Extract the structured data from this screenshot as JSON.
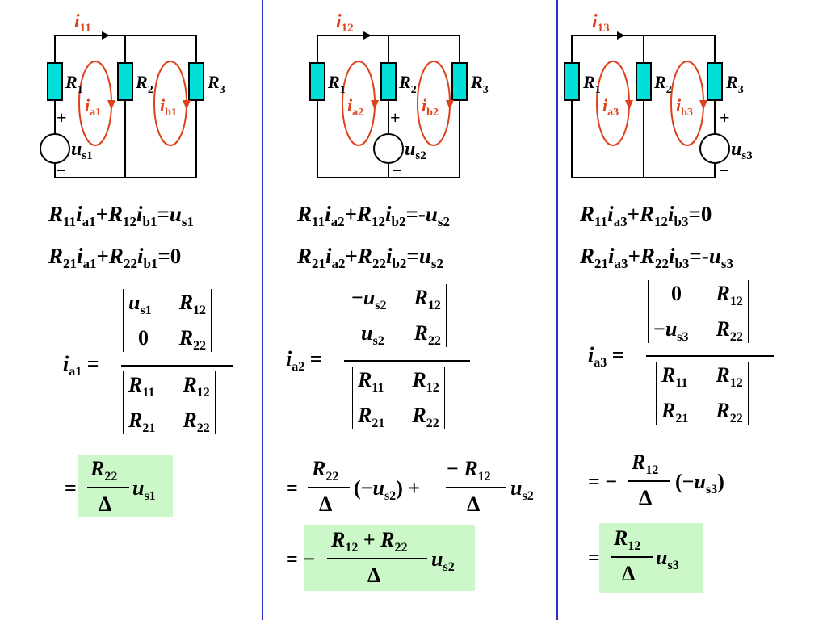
{
  "colors": {
    "wire": "#000000",
    "resistor_fill": "#00e0d8",
    "loop": "#e0401a",
    "current_label": "#e0401a",
    "divider": "#2a2fc8",
    "highlight": "#ccf7c8"
  },
  "panel1": {
    "circuit": {
      "top_current": "i11",
      "r1": "R1",
      "r2": "R2",
      "r3": "R3",
      "loop_a": "ia1",
      "loop_b": "ib1",
      "source": "us1",
      "plus": "+",
      "minus": "−"
    },
    "eq1": "R11ia1+R12ib1=us1",
    "eq2": "R21ia1+R22ib1=0",
    "lhs": "ia1 =",
    "num_det": [
      [
        "us1",
        "R12"
      ],
      [
        "0",
        "R22"
      ]
    ],
    "den_det": [
      [
        "R11",
        "R12"
      ],
      [
        "R21",
        "R22"
      ]
    ],
    "result": "= (R22/Δ) us1"
  },
  "panel2": {
    "circuit": {
      "top_current": "i12",
      "r1": "R1",
      "r2": "R2",
      "r3": "R3",
      "loop_a": "ia2",
      "loop_b": "ib2",
      "source": "us2",
      "plus": "+",
      "minus": "−"
    },
    "eq1": "R11ia2+R12ib2=-us2",
    "eq2": "R21ia2+R22ib2=us2",
    "lhs": "ia2 =",
    "num_det": [
      [
        "−us2",
        "R12"
      ],
      [
        "us2",
        "R22"
      ]
    ],
    "den_det": [
      [
        "R11",
        "R12"
      ],
      [
        "R21",
        "R22"
      ]
    ],
    "step": "= (R22/Δ)(−us2) + (−R12/Δ) us2",
    "result": "= −((R12 + R22)/Δ) us2"
  },
  "panel3": {
    "circuit": {
      "top_current": "i13",
      "r1": "R1",
      "r2": "R2",
      "r3": "R3",
      "loop_a": "ia3",
      "loop_b": "ib3",
      "source": "us3",
      "plus": "+",
      "minus": "−"
    },
    "eq1": "R11ia3+R12ib3=0",
    "eq2": "R21ia3+R22ib3=-us3",
    "lhs": "ia3 =",
    "num_det": [
      [
        "0",
        "R12"
      ],
      [
        "−us3",
        "R22"
      ]
    ],
    "den_det": [
      [
        "R11",
        "R12"
      ],
      [
        "R21",
        "R22"
      ]
    ],
    "step": "= −(R12/Δ)(−us3)",
    "result": "= (R12/Δ) us3"
  }
}
